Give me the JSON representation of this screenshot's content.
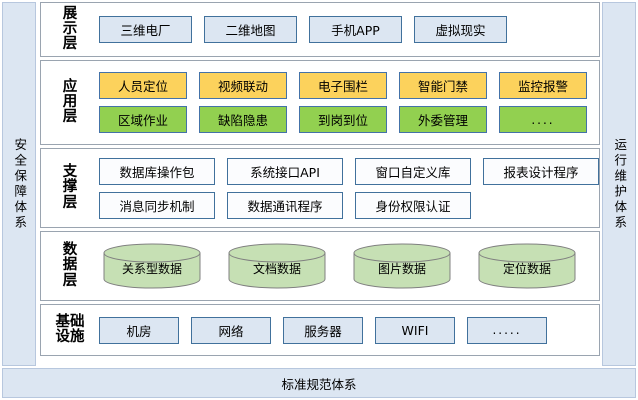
{
  "pillars": {
    "left": {
      "name": "security-guarantee-system",
      "text": "安全保障体系"
    },
    "right": {
      "name": "operation-maintenance-system",
      "text": "运行维护体系"
    }
  },
  "bottom_bar": {
    "text": "标准规范体系"
  },
  "colors": {
    "pillar_fill": "#DCE6F2",
    "pillar_border": "#B7C7DE",
    "layer_border": "#9AA4B0",
    "chip_blue_fill": "#DCE6F2",
    "chip_blue_border": "#41719C",
    "chip_white_fill": "#FBFCFE",
    "chip_orange_fill": "#FCD25C",
    "chip_green_fill": "#92D050",
    "cylinder_fill": "#C6E0B4",
    "cylinder_border": "#808080"
  },
  "layers": [
    {
      "id": "presentation",
      "label": "展示层",
      "rows": [
        {
          "style": "blue",
          "items": [
            {
              "label": "三维电厂"
            },
            {
              "label": "二维地图"
            },
            {
              "label": "手机APP"
            },
            {
              "label": "虚拟现实"
            }
          ]
        }
      ]
    },
    {
      "id": "application",
      "label": "应用层",
      "rows": [
        {
          "style": "orange",
          "items": [
            {
              "label": "人员定位"
            },
            {
              "label": "视频联动"
            },
            {
              "label": "电子围栏"
            },
            {
              "label": "智能门禁"
            },
            {
              "label": "监控报警"
            }
          ]
        },
        {
          "style": "green",
          "items": [
            {
              "label": "区域作业"
            },
            {
              "label": "缺陷隐患"
            },
            {
              "label": "到岗到位"
            },
            {
              "label": "外委管理"
            },
            {
              "label": "...."
            }
          ]
        }
      ]
    },
    {
      "id": "support",
      "label": "支撑层",
      "rows": [
        {
          "style": "white",
          "items": [
            {
              "label": "数据库操作包"
            },
            {
              "label": "系统接口API"
            },
            {
              "label": "窗口自定义库"
            },
            {
              "label": "报表设计程序"
            }
          ]
        },
        {
          "style": "white",
          "items": [
            {
              "label": "消息同步机制"
            },
            {
              "label": "数据通讯程序"
            },
            {
              "label": "身份权限认证"
            }
          ]
        }
      ]
    },
    {
      "id": "data",
      "label": "数据层",
      "cylinders": [
        {
          "label": "关系型数据"
        },
        {
          "label": "文档数据"
        },
        {
          "label": "图片数据"
        },
        {
          "label": "定位数据"
        }
      ]
    },
    {
      "id": "infrastructure",
      "label": "基础设施",
      "rows": [
        {
          "style": "blue",
          "items": [
            {
              "label": "机房"
            },
            {
              "label": "网络"
            },
            {
              "label": "服务器"
            },
            {
              "label": "WIFI"
            },
            {
              "label": "....."
            }
          ]
        }
      ]
    }
  ]
}
